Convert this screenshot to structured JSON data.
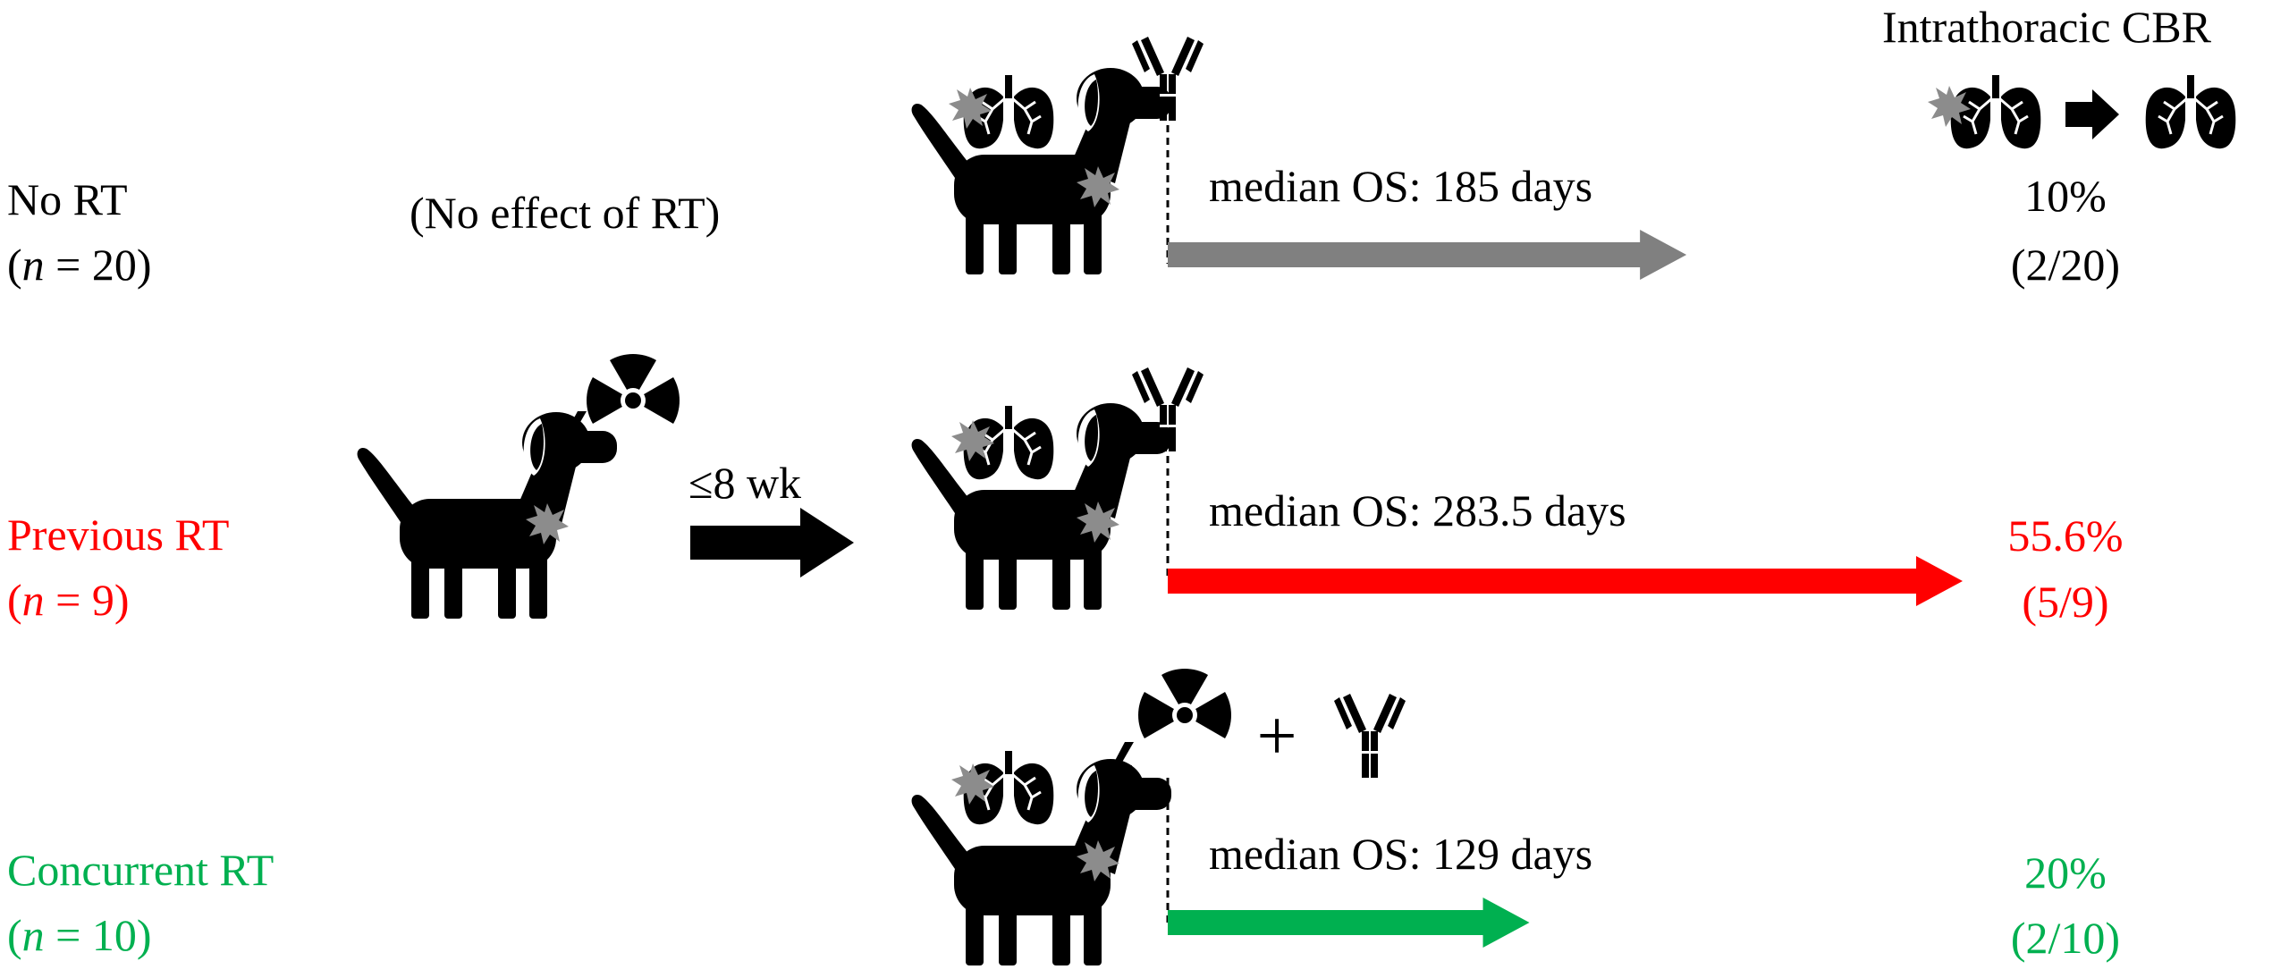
{
  "header": {
    "title": "Intrathoracic CBR"
  },
  "colors": {
    "black": "#000000",
    "gray": "#808080",
    "red": "#ff0000",
    "green": "#00b050",
    "burst": "#8c8c8c"
  },
  "rows": [
    {
      "group": "No RT",
      "n_prefix": "(",
      "n_var": "n",
      "n_rest": " = 20)",
      "note": "(No effect of RT)",
      "median_os_label": "median OS: 185 days",
      "median_os_days": 185,
      "cbr_percent": "10%",
      "cbr_fraction": "(2/20)"
    },
    {
      "group": "Previous RT",
      "n_prefix": "(",
      "n_var": "n",
      "n_rest": " = 9)",
      "interval_label": "≤8 wk",
      "median_os_label": "median OS: 283.5 days",
      "median_os_days": 283.5,
      "cbr_percent": "55.6%",
      "cbr_fraction": "(5/9)"
    },
    {
      "group": "Concurrent RT",
      "n_prefix": "(",
      "n_var": "n",
      "n_rest": " = 10)",
      "plus_sign": "+",
      "median_os_label": "median OS: 129 days",
      "median_os_days": 129,
      "cbr_percent": "20%",
      "cbr_fraction": "(2/10)"
    }
  ],
  "icons": {
    "dog": "dog-icon",
    "lungs": "lungs-icon",
    "antibody": "antibody-icon",
    "radiation": "radiation-icon",
    "lightning": "lightning-icon",
    "tumor": "tumor-burst-icon"
  }
}
